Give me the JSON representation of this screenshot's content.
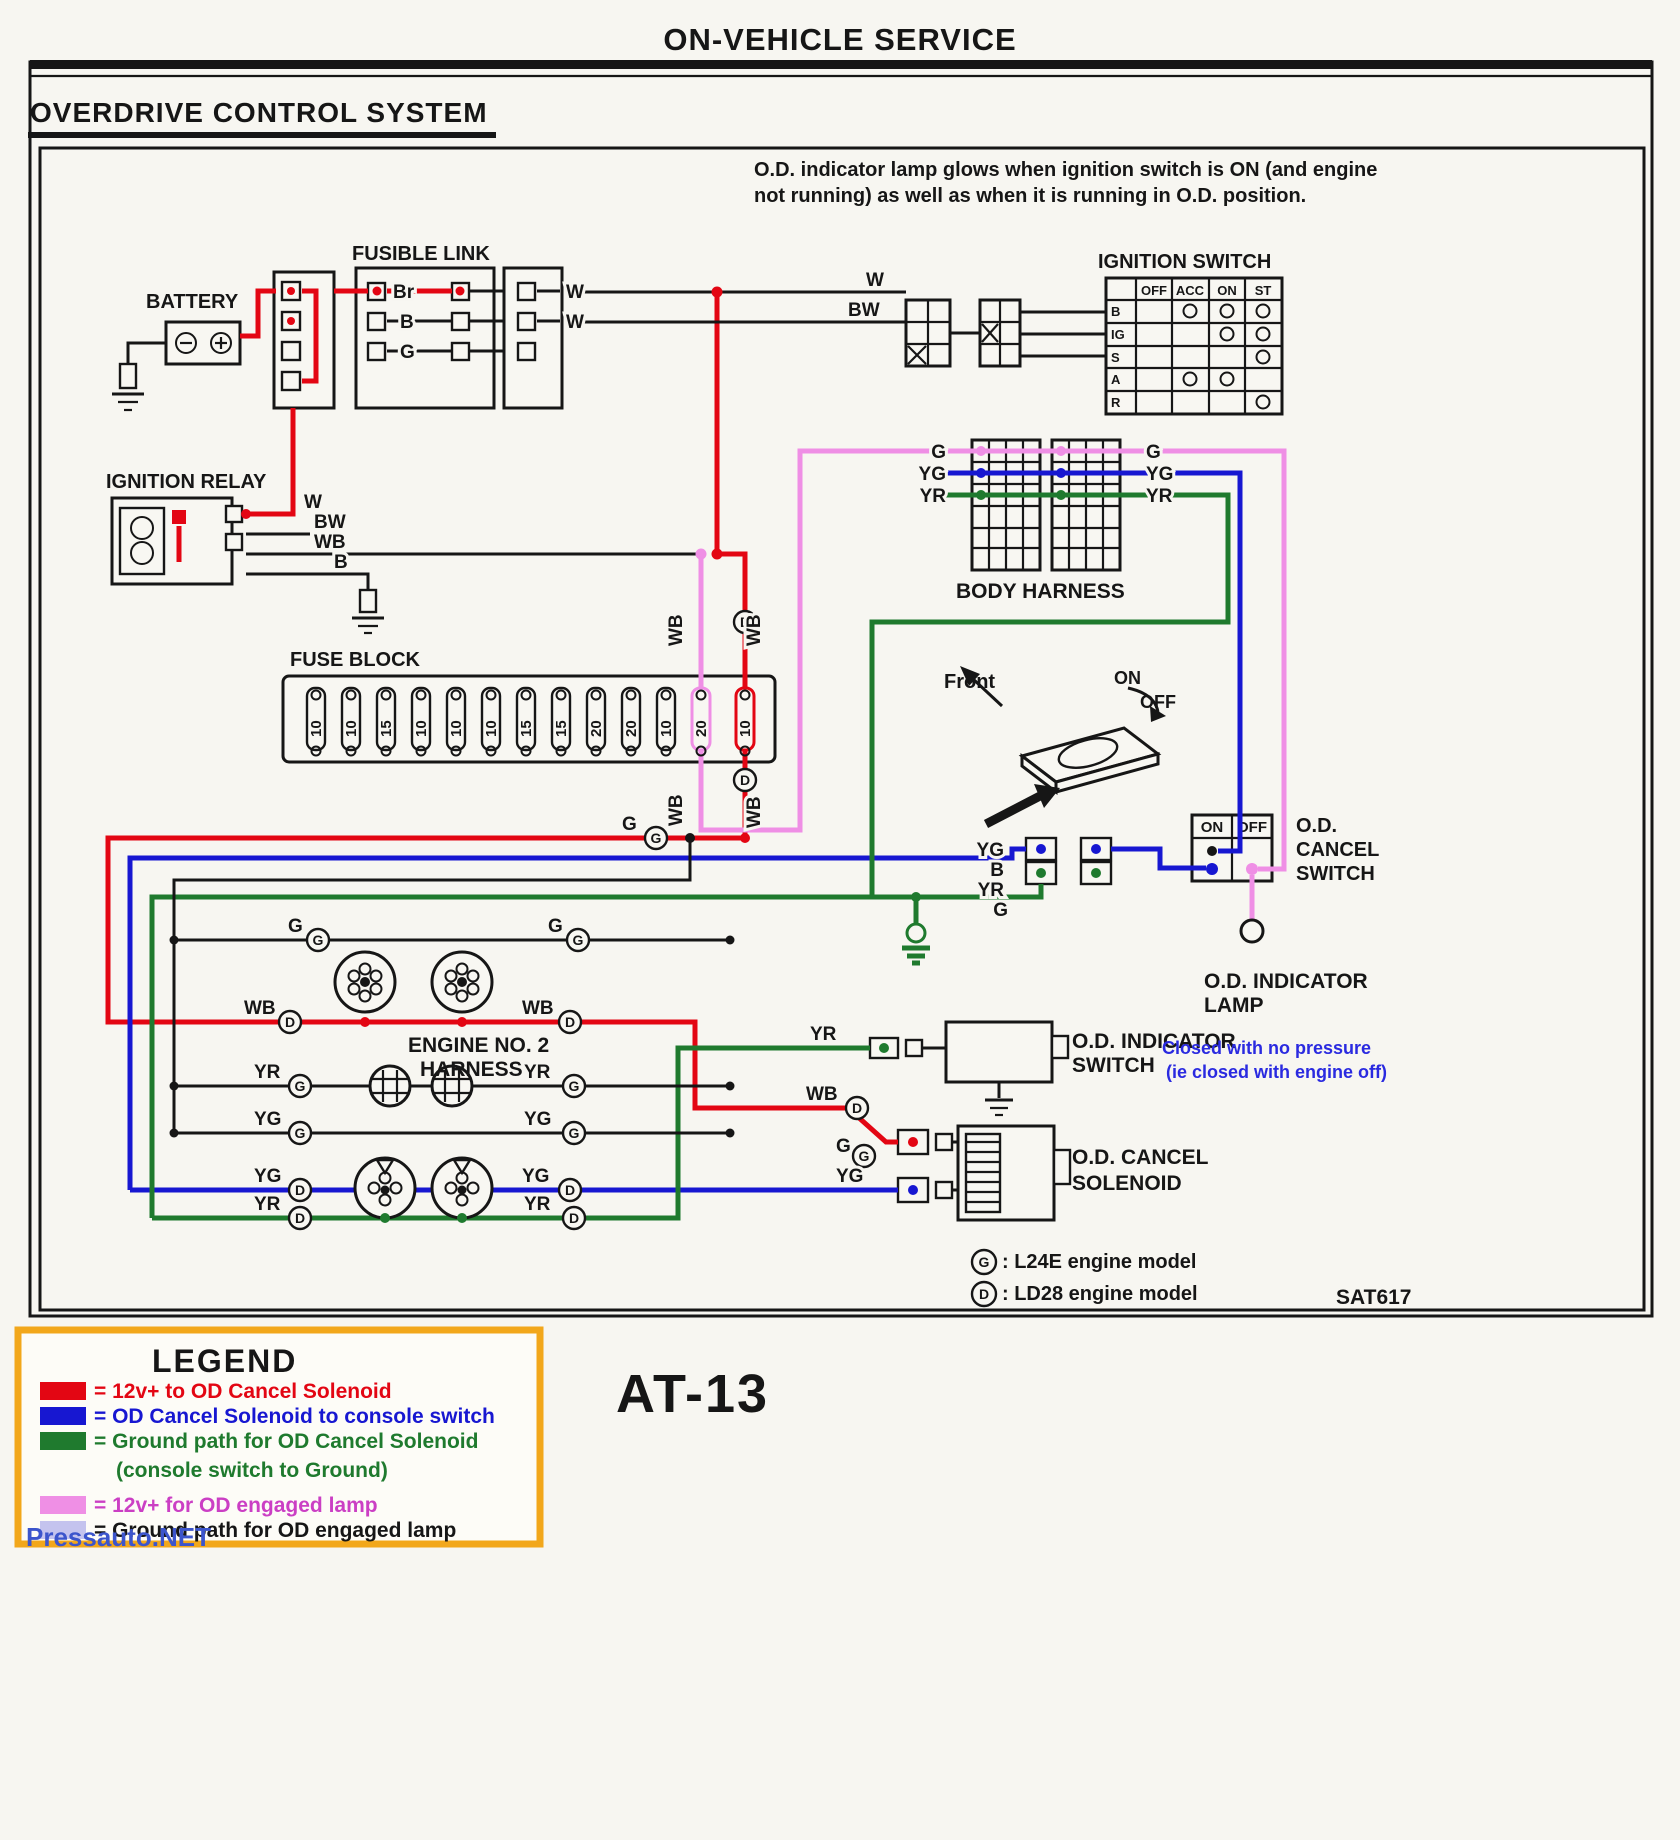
{
  "page": {
    "header": "ON-VEHICLE SERVICE",
    "title": "OVERDRIVE CONTROL SYSTEM",
    "note1": "O.D. indicator lamp glows when ignition switch is ON (and engine",
    "note2": "not running) as well as when it is running in O.D. position.",
    "page_no": "AT-13",
    "ref": "SAT617",
    "watermark": "Pressauto.NET"
  },
  "comp": {
    "battery": "BATTERY",
    "fusible": "FUSIBLE LINK",
    "ign_sw": "IGNITION SWITCH",
    "relay": "IGNITION RELAY",
    "fuse_block": "FUSE BLOCK",
    "body_harness": "BODY HARNESS",
    "engine1": "ENGINE NO. 2",
    "engine2": "HARNESS",
    "front": "Front",
    "on": "ON",
    "off": "OFF",
    "ocs1": "O.D.",
    "ocs2": "CANCEL",
    "ocs3": "SWITCH",
    "lamp1": "O.D. INDICATOR",
    "lamp2": "LAMP",
    "ois1": "O.D. INDICATOR",
    "ois2": "SWITCH",
    "sol1": "O.D. CANCEL",
    "sol2": "SOLENOID"
  },
  "ign_table": {
    "c1": "OFF",
    "c2": "ACC",
    "c3": "ON",
    "c4": "ST",
    "r1": "B",
    "r2": "IG",
    "r3": "S",
    "r4": "A",
    "r5": "R"
  },
  "ocs_table": {
    "on": "ON",
    "off": "OFF"
  },
  "fuses": [
    "10",
    "10",
    "15",
    "10",
    "10",
    "10",
    "15",
    "15",
    "20",
    "20",
    "10",
    "20",
    "10"
  ],
  "wl": {
    "w": "W",
    "bw": "BW",
    "wb": "WB",
    "b": "B",
    "g": "G",
    "br": "Br",
    "yg": "YG",
    "yr": "YR"
  },
  "circ": {
    "g": "G",
    "d": "D"
  },
  "notes": {
    "c1": "Closed with no pressure",
    "c2": "(ie closed with engine off)",
    "gm": ": L24E engine model",
    "dm": ": LD28 engine model"
  },
  "legend": {
    "title": "LEGEND",
    "i1": "= 12v+ to OD Cancel Solenoid",
    "i2": "= OD Cancel Solenoid to console switch",
    "i3": "= Ground path for OD Cancel Solenoid",
    "i3b": "(console switch to Ground)",
    "i4": "= 12v+ for OD engaged lamp",
    "i5": "= Ground path for OD engaged lamp"
  },
  "colors": {
    "red": "#e30613",
    "blue": "#1717d1",
    "green": "#1f7a2e",
    "pink": "#ef8fe5",
    "lavender": "#c4c3ee",
    "magenta": "#cb3fc4",
    "noteblue": "#2a2ae0",
    "legend_border": "#f2a71b",
    "watermark_blue": "#3c55cc"
  }
}
